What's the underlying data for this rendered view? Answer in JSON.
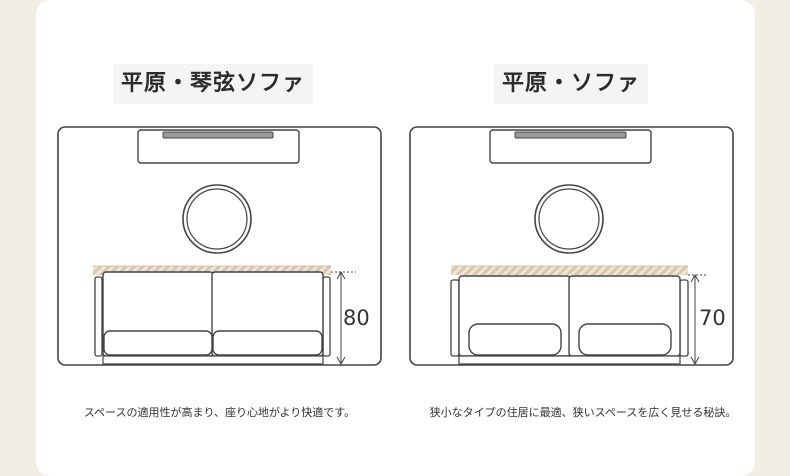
{
  "panels": [
    {
      "title": "平原・琴弦ソファ",
      "dimension": "80",
      "caption": "スペースの適用性が高まり、座り心地がより快適です。"
    },
    {
      "title": "平原・ソファ",
      "dimension": "70",
      "caption": "狭小なタイプの住居に最適、狭いスペースを広く見せる秘訣。"
    }
  ],
  "colors": {
    "background": "#f1eee4",
    "card": "#ffffff",
    "outline": "#444444",
    "cushion_stripe": "#d9c8ad"
  }
}
